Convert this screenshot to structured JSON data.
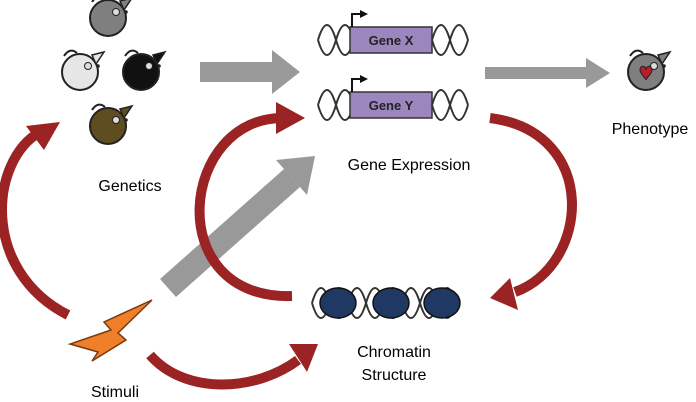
{
  "labels": {
    "genetics": "Genetics",
    "gene_expression": "Gene Expression",
    "phenotype": "Phenotype",
    "chromatin_line1": "Chromatin",
    "chromatin_line2": "Structure",
    "stimuli": "Stimuli"
  },
  "genes": [
    {
      "name": "Gene X"
    },
    {
      "name": "Gene Y"
    }
  ],
  "colors": {
    "gray_arrow": "#999999",
    "red_arrow": "#9b2323",
    "gene_box": "#9b86bd",
    "nucleosome": "#203864",
    "lightning": "#f07f2a",
    "mouse_gray": "#7f7f7f",
    "mouse_light": "#e6e6e6",
    "mouse_black": "#111111",
    "mouse_olive": "#5e4d1e",
    "heart": "#b91f2a"
  },
  "icons": [
    "mouse-icon",
    "dna-icon",
    "nucleosome-icon",
    "lightning-icon",
    "heart-icon",
    "promoter-arrow-icon"
  ]
}
